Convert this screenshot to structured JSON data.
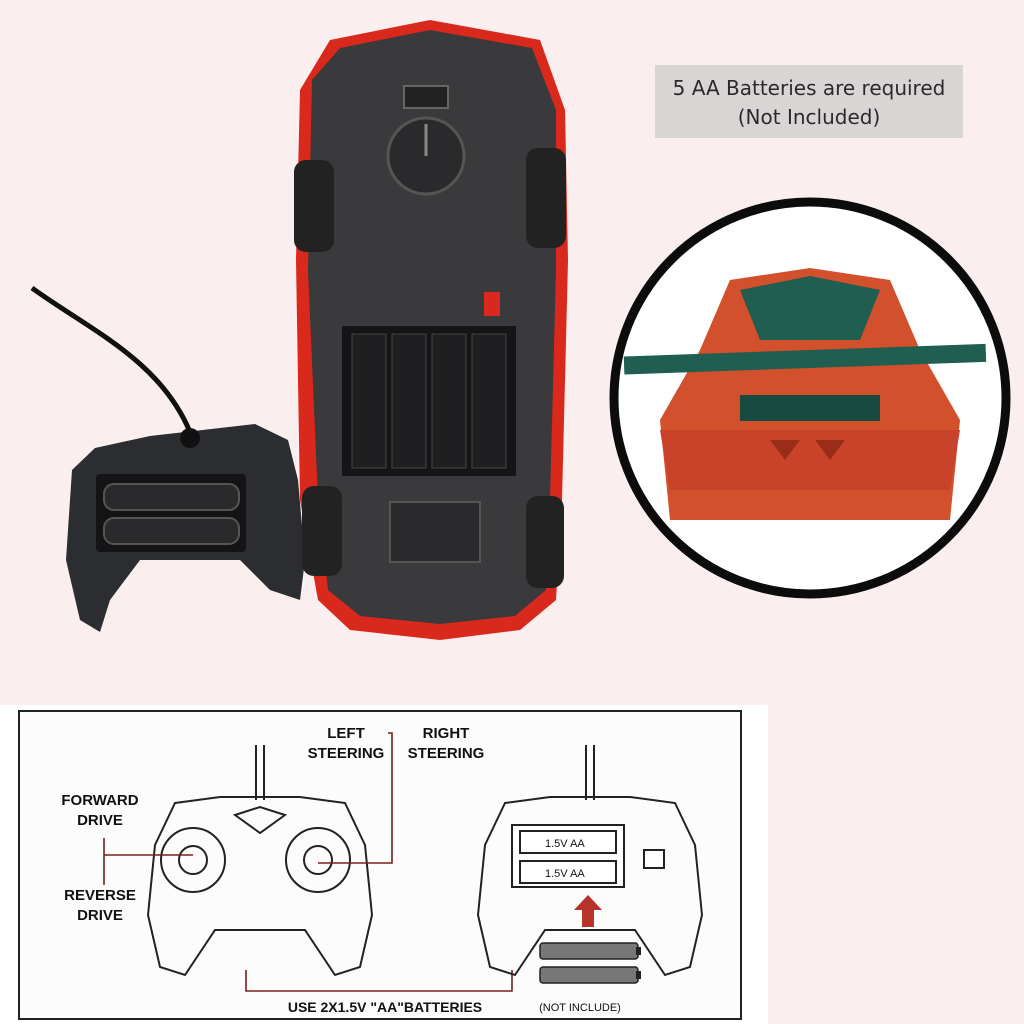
{
  "battery_note": {
    "line1": "5 AA Batteries are required",
    "line2": "(Not Included)"
  },
  "manual": {
    "left_steering": [
      "LEFT",
      "STEERING"
    ],
    "right_steering": [
      "RIGHT",
      "STEERING"
    ],
    "forward_drive": [
      "FORWARD",
      "DRIVE"
    ],
    "reverse_drive": [
      "REVERSE",
      "DRIVE"
    ],
    "use_batteries": "USE 2X1.5V \"AA\"BATTERIES",
    "battery_cell_label": "1.5V AA",
    "not_include": "(NOT INCLUDE)"
  },
  "colors": {
    "background": "#fbeeee",
    "car_body": "#d9281c",
    "chassis": "#3a3a3c",
    "car_paint_closeup": "#d2502c",
    "closeup_accent": "#1f5e50",
    "arrow": "#b7322a"
  },
  "icons": {
    "controller": "gamepad-icon",
    "battery": "battery-icon",
    "arrow": "arrow-up-icon"
  }
}
